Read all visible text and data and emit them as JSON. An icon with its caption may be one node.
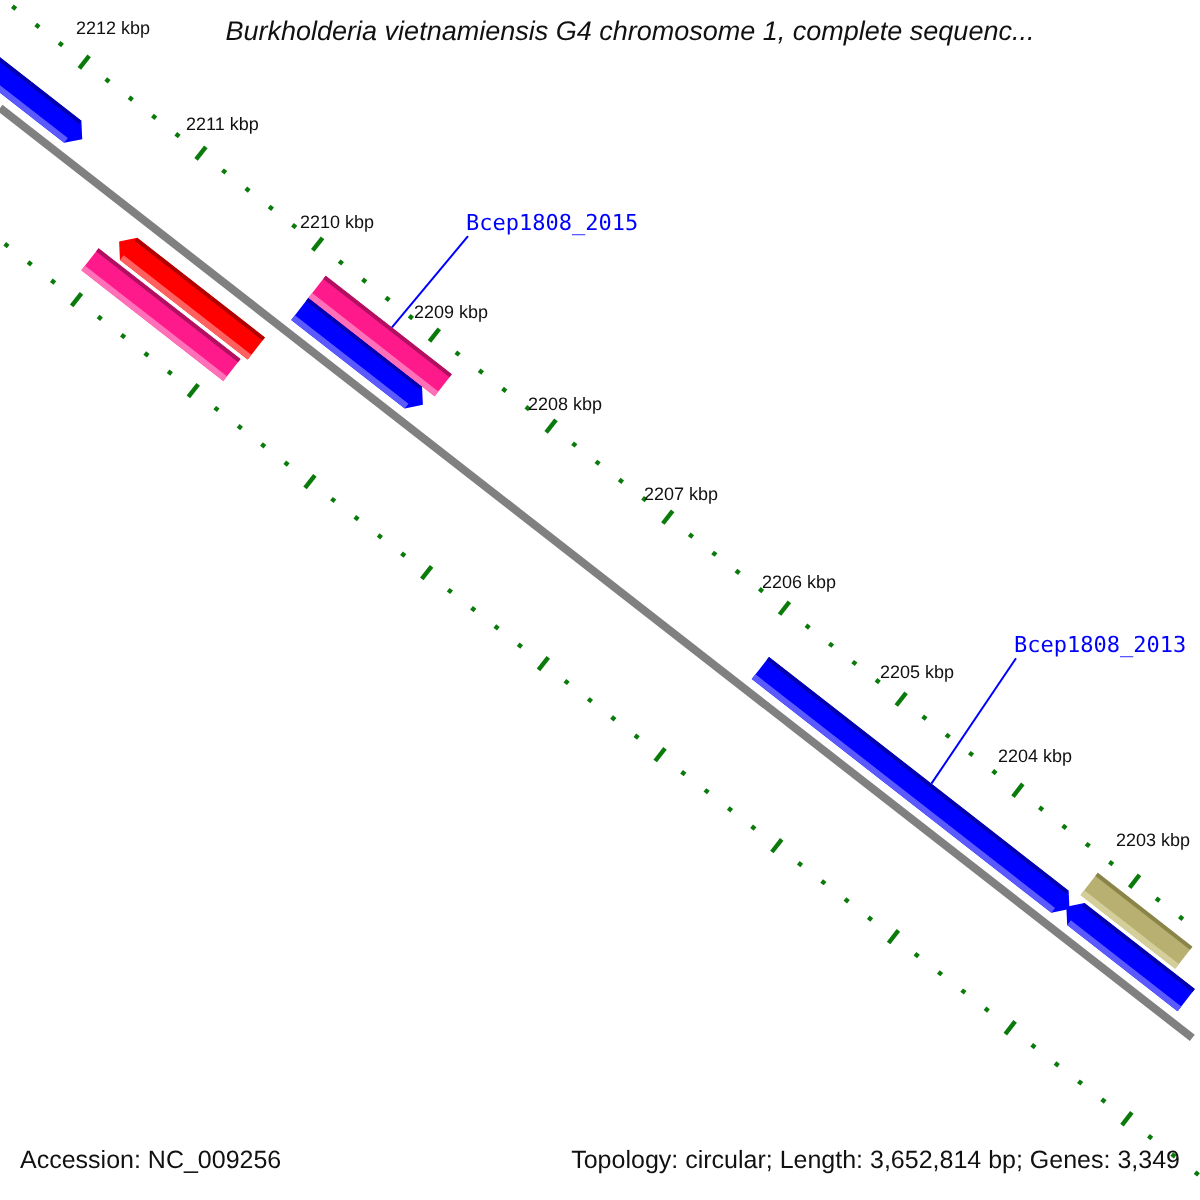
{
  "diagram": {
    "title": "Burkholderia vietnamiensis G4 chromosome 1, complete sequenc...",
    "nodes": [
      {
        "text": [],
        "shape": "bar"
      },
      {
        "text": [],
        "shape": "bar"
      },
      {
        "text": [],
        "shape": "bar"
      },
      {
        "text": [],
        "shape": "bar"
      },
      {
        "text": [
          "Bcep1808_2015"
        ]
      },
      {
        "text": [],
        "shape": "bar"
      },
      {
        "text": [
          "Bcep1808_2013"
        ]
      },
      {
        "text": [],
        "shape": "bar"
      },
      {
        "text": [],
        "shape": "bar"
      },
      {
        "text": [],
        "shape": "bar"
      }
    ],
    "edges": [
      {
        "from": 4,
        "to": 5,
        "arrow": "none"
      },
      {
        "from": 6,
        "to": 7,
        "arrow": "none"
      }
    ],
    "labels": [
      "2212 kbp",
      "2211 kbp",
      "2210 kbp",
      "2209 kbp",
      "2208 kbp",
      "2207 kbp",
      "2206 kbp",
      "2205 kbp",
      "2204 kbp",
      "2203 kbp",
      "Accession: NC_009256",
      "Topology: circular; Length: 3,652,814 bp; Genes: 3,349"
    ]
  }
}
